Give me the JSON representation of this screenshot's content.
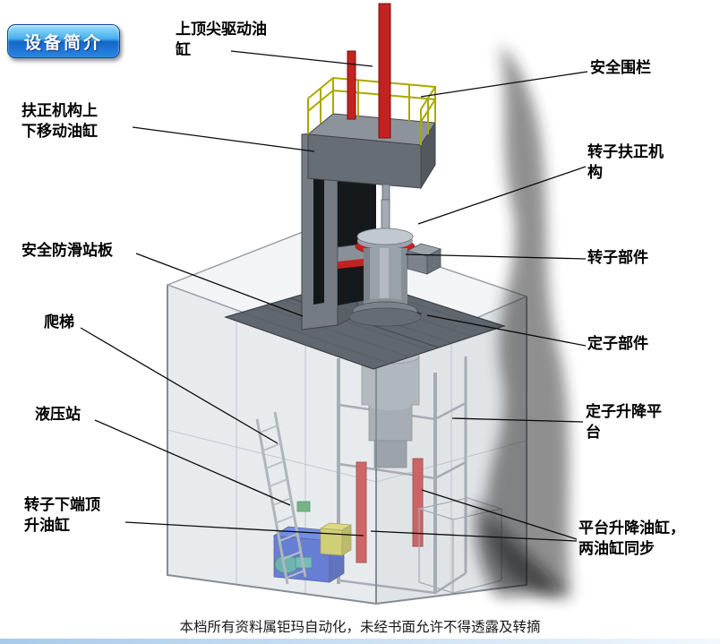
{
  "badge": {
    "label": "设备简介"
  },
  "labels": {
    "top_drive_cylinder": "上顶尖驱动油缸",
    "safety_fence": "安全围栏",
    "centering_updown_cylinder": "扶正机构上下移动油缸",
    "rotor_centering_mechanism": "转子扶正机构",
    "antislip_plate": "安全防滑站板",
    "rotor_part": "转子部件",
    "ladder": "爬梯",
    "stator_part": "定子部件",
    "hydraulic_station": "液压站",
    "stator_lift_platform": "定子升降平台",
    "rotor_jack_cylinder": "转子下端顶升油缸",
    "platform_lift_cylinders": "平台升降油缸，两油缸同步"
  },
  "footer": {
    "text": "本档所有资料属钜玛自动化，未经书面允许不得透露及转摘"
  },
  "colors": {
    "accent_red": "#c32222",
    "railing_yellow": "#a9a900",
    "hydraulic_blue": "#2448c8",
    "badge_blue": "#1e7ad8",
    "frame_gray": "#8a9098",
    "deck_gray": "#61676f"
  }
}
